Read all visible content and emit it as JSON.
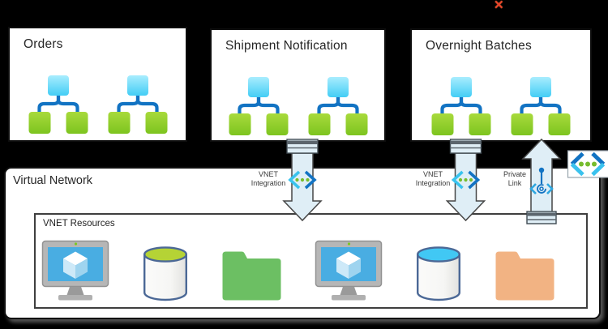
{
  "annotation": {
    "error_mark": "✕"
  },
  "app_boxes": [
    {
      "title": "Orders",
      "unit_count": 2
    },
    {
      "title": "Shipment Notification",
      "unit_count": 2
    },
    {
      "title": "Overnight Batches",
      "unit_count": 2
    }
  ],
  "connections": [
    {
      "label": "VNET Integration",
      "direction": "down",
      "icon": "vnet-integration-icon"
    },
    {
      "label": "VNET Integration",
      "direction": "down",
      "icon": "vnet-integration-icon"
    },
    {
      "label": "Private Link",
      "direction": "up",
      "icon": "private-link-icon"
    }
  ],
  "network": {
    "title": "Virtual Network",
    "resources_box": {
      "title": "VNET Resources",
      "resources": [
        {
          "icon": "virtual-machine-icon"
        },
        {
          "icon": "database-disk-green-icon"
        },
        {
          "icon": "folder-green-icon"
        },
        {
          "icon": "virtual-machine-icon"
        },
        {
          "icon": "database-disk-blue-icon"
        },
        {
          "icon": "folder-orange-icon"
        }
      ]
    }
  },
  "colors": {
    "background": "#000000",
    "box_fill": "#ffffff",
    "arrow_fill": "#dfeef6",
    "azure_blue": "#1273c3",
    "azure_cyan": "#39c3ee",
    "azure_green": "#76bc2d",
    "folder_green": "#6cbf63",
    "folder_orange": "#f2b383",
    "disk_top_green": "#b5d335",
    "disk_top_blue": "#41c8f4",
    "error_red": "#e8432a"
  }
}
